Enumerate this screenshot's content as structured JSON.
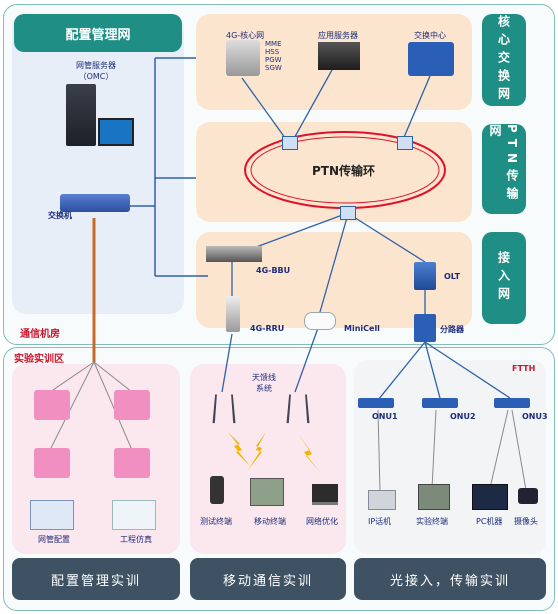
{
  "top": {
    "config_title": "配置管理网",
    "core_label": "核心交换网",
    "ptn_label": "PTN传输网",
    "access_label": "接入网",
    "ptn_ring": "PTN传输环",
    "room": "通信机房"
  },
  "devices": {
    "oms_server": "网管服务器\n（OMC）",
    "switch": "交换机",
    "core_4g": "4G-核心网",
    "core_list": "MME\nHSS\nPGW\nSGW",
    "app_server": "应用服务器",
    "exchange_center": "交换中心",
    "bbu": "4G-BBU",
    "rru": "4G-RRU",
    "minicell": "MiniCell",
    "olt": "OLT",
    "splitter": "分路器"
  },
  "lab": {
    "area": "实验实训区",
    "ftth": "FTTH",
    "tower_label": "天馈线\n系统",
    "onu": [
      "ONU1",
      "ONU2",
      "ONU3"
    ],
    "wangguan_peizhi": "网管配置",
    "gongcheng_fangzhen": "工程仿真",
    "ceshi": "测试终端",
    "yidong": "移动终端",
    "wangluo": "网络优化",
    "ip_phone": "IP话机",
    "shiyan": "实验终端",
    "pc": "PC机器",
    "camera": "摄像头"
  },
  "bottom": {
    "left": "配置管理实训",
    "mid": "移动通信实训",
    "right": "光接入，传输实训"
  },
  "colors": {
    "teal": "#1f8f86",
    "ring": "#e0102a",
    "dark": "#3f5263",
    "orange_zone": "#fbe5cf",
    "blue_zone": "#e8eef8",
    "pink_zone": "#fbe7ee"
  }
}
